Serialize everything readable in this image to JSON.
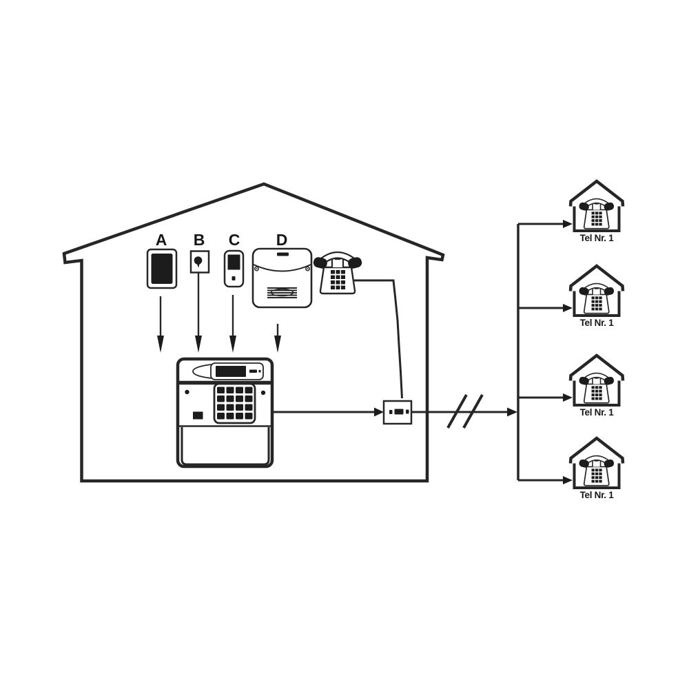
{
  "diagram": {
    "background": "#ffffff",
    "colors": {
      "line": "#262626",
      "dark_fill": "#1c1c1c",
      "text": "#161616"
    },
    "icons": {
      "main-house-icon": "large house outline containing alarm system components",
      "device-a-icon": "magnetic contact / dark pad sensor",
      "device-b-icon": "push button in square plate",
      "device-c-icon": "remote control with dark window",
      "device-d-icon": "siren box with screws and speaker vents",
      "telephone-icon": "classic desk telephone with handset and keypad",
      "alarm-panel-icon": "control panel with display, 16-key keypad and door",
      "wall-socket-icon": "phone wall socket box",
      "line-break-icon": "double slash // line interruption",
      "arrow-icon": "solid black arrowhead",
      "remote-house-icon": "small house outline with telephone inside"
    },
    "device_labels": [
      {
        "label": "A"
      },
      {
        "label": "B"
      },
      {
        "label": "C"
      },
      {
        "label": "D"
      }
    ],
    "remote_houses": [
      {
        "label": "Tel Nr. 1"
      },
      {
        "label": "Tel Nr. 1"
      },
      {
        "label": "Tel Nr. 1"
      },
      {
        "label": "Tel Nr. 1"
      }
    ]
  }
}
